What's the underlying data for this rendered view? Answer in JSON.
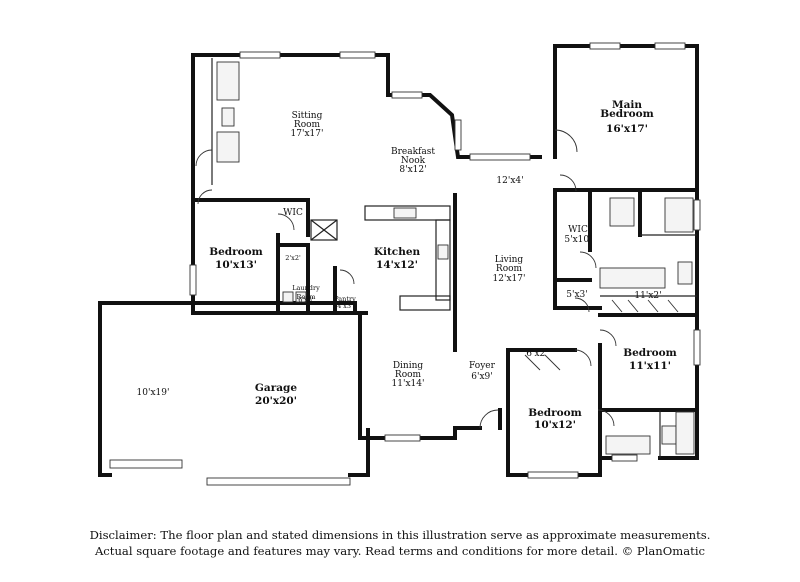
{
  "rooms": {
    "sitting_room": {
      "name": "Sitting\nRoom",
      "dim": "17'x17'"
    },
    "breakfast_nook": {
      "name": "Breakfast\nNook",
      "dim": "8'x12'"
    },
    "main_bedroom": {
      "name": "Main\nBedroom",
      "dim": "16'x17'"
    },
    "hall_12x4": {
      "dim": "12'x4'"
    },
    "wic_small": {
      "name": "WIC"
    },
    "bedroom_west": {
      "name": "Bedroom",
      "dim": "10'x13'"
    },
    "kitchen": {
      "name": "Kitchen",
      "dim": "14'x12'"
    },
    "closet_2x2": {
      "dim": "2'x2'"
    },
    "laundry": {
      "name": "Laundry\nRoom",
      "dim": "6'x5'"
    },
    "pantry": {
      "name": "Pantry",
      "dim": "4'x3'"
    },
    "living_room": {
      "name": "Living\nRoom",
      "dim": "12'x17'"
    },
    "wic_main": {
      "name": "WIC",
      "dim": "5'x10'"
    },
    "closet_5x3": {
      "dim": "5'x3'"
    },
    "hall_11x2": {
      "dim": "11'x2'"
    },
    "garage": {
      "name": "Garage",
      "dim": "20'x20'"
    },
    "garage_bay": {
      "dim": "10'x19'"
    },
    "dining": {
      "name": "Dining\nRoom",
      "dim": "11'x14'"
    },
    "foyer": {
      "name": "Foyer",
      "dim": "6'x9'"
    },
    "closet_6x2": {
      "dim": "6'x2'"
    },
    "bedroom_east": {
      "name": "Bedroom",
      "dim": "11'x11'"
    },
    "bedroom_south": {
      "name": "Bedroom",
      "dim": "10'x12'"
    }
  },
  "disclaimer": {
    "line1": "Disclaimer: The floor plan and stated dimensions in this illustration serve as approximate measurements.",
    "line2": "Actual square footage and features may vary. Read terms and conditions for more detail. © PlanOmatic"
  }
}
